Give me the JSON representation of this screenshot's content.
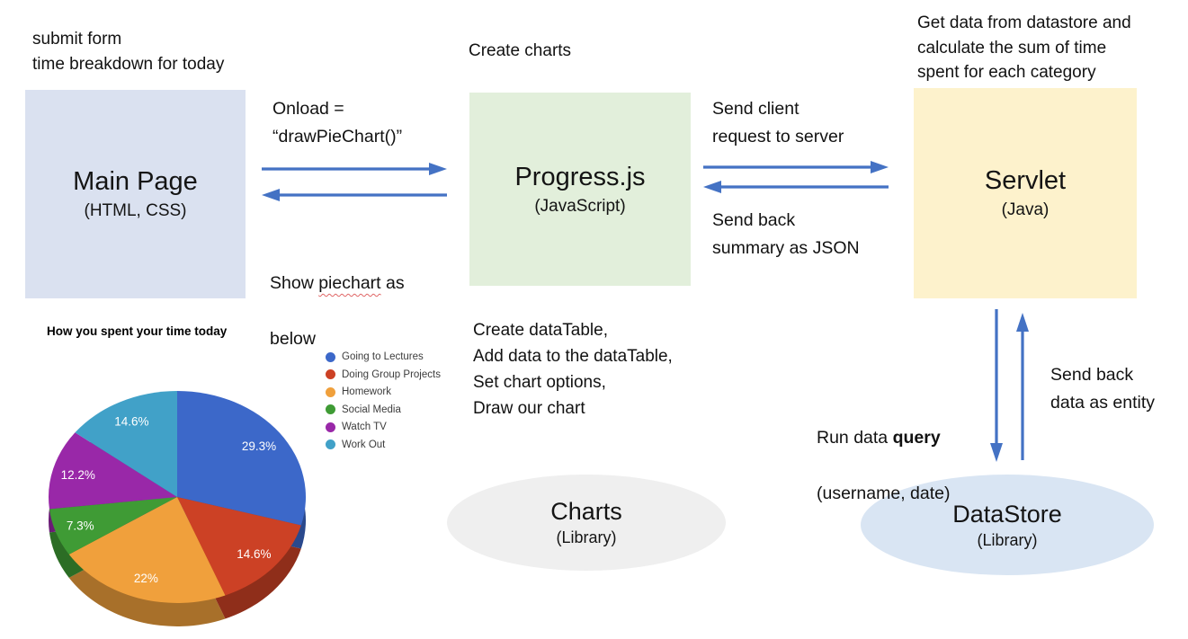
{
  "notes": {
    "main_page": "submit form\ntime breakdown for today",
    "progress": "Create charts",
    "servlet": "Get data from datastore and\ncalculate the sum of time\nspent for each category",
    "progress_steps": "Create dataTable,\nAdd data to the dataTable,\nSet chart options,\nDraw our chart"
  },
  "nodes": {
    "main_page": {
      "title": "Main Page",
      "subtitle": "(HTML, CSS)",
      "fill": "#dae1f0"
    },
    "progress": {
      "title": "Progress.js",
      "subtitle": "(JavaScript)",
      "fill": "#e2efdb"
    },
    "servlet": {
      "title": "Servlet",
      "subtitle": "(Java)",
      "fill": "#fdf2cc"
    },
    "charts": {
      "title": "Charts",
      "subtitle": "(Library)",
      "fill": "#efefef"
    },
    "datastore": {
      "title": "DataStore",
      "subtitle": "(Library)",
      "fill": "#d9e5f3"
    }
  },
  "edges": {
    "onload": "Onload =\n“drawPieChart()”",
    "show_prefix": "Show ",
    "show_misspelled": "piechart",
    "show_suffix": " as",
    "show_line2": "below",
    "send_client": "Send client\nrequest to server",
    "send_back_json": "Send back\nsummary as JSON",
    "run_query_prefix": "Run data ",
    "run_query_bold": "query",
    "run_query_line2": "(username, date)",
    "send_entity": "Send back\ndata as entity"
  },
  "colors": {
    "arrow": "#4472c4",
    "wavy_underline": "#e06666"
  },
  "chart_data": {
    "type": "pie",
    "style": "3d",
    "title": "How you spent your time today",
    "legend_position": "right",
    "labels": [
      "Going to Lectures",
      "Doing Group Projects",
      "Homework",
      "Social Media",
      "Watch TV",
      "Work Out"
    ],
    "values": [
      29.3,
      14.6,
      22,
      7.3,
      12.2,
      14.6
    ],
    "value_labels": [
      "29.3%",
      "14.6%",
      "22%",
      "7.3%",
      "12.2%",
      "14.6%"
    ],
    "colors": [
      "#3c68c9",
      "#cc4125",
      "#f0a03c",
      "#3f9b35",
      "#9928a8",
      "#41a1c8"
    ]
  }
}
